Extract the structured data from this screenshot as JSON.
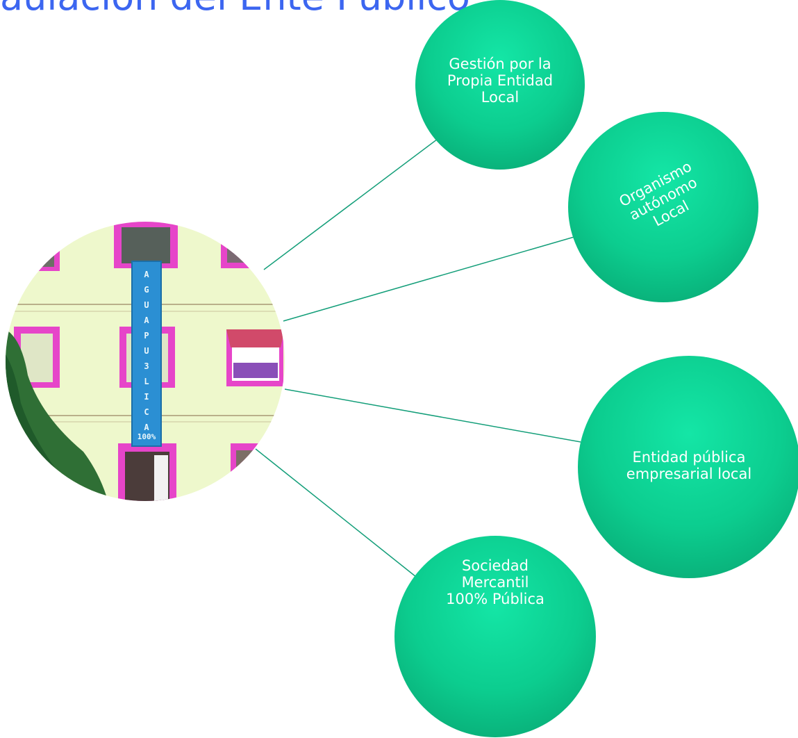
{
  "title": "aulación del Ente Público:",
  "center_image": {
    "description_icon": "building-banner-photo",
    "banner_letters": [
      "A",
      "G",
      "U",
      "A",
      "P",
      "U",
      "3",
      "L",
      "I",
      "C",
      "A"
    ],
    "banner_footer": "100%"
  },
  "nodes": [
    {
      "id": "gestion",
      "label": "Gestión por la\nPropia Entidad\nLocal"
    },
    {
      "id": "organismo",
      "label": "Organismo\nautónomo\nLocal"
    },
    {
      "id": "entidad",
      "label": "Entidad pública\nempresarial local"
    },
    {
      "id": "sociedad",
      "label": "Sociedad\nMercantil\n100% Pública"
    }
  ],
  "colors": {
    "title": "#3c66f0",
    "node_fill_light": "#10e0a0",
    "node_fill_dark": "#0aa870",
    "connector": "#139e79",
    "wall": "#eef8cc",
    "window_frame": "#e645c9",
    "banner": "#2b8fd3"
  }
}
